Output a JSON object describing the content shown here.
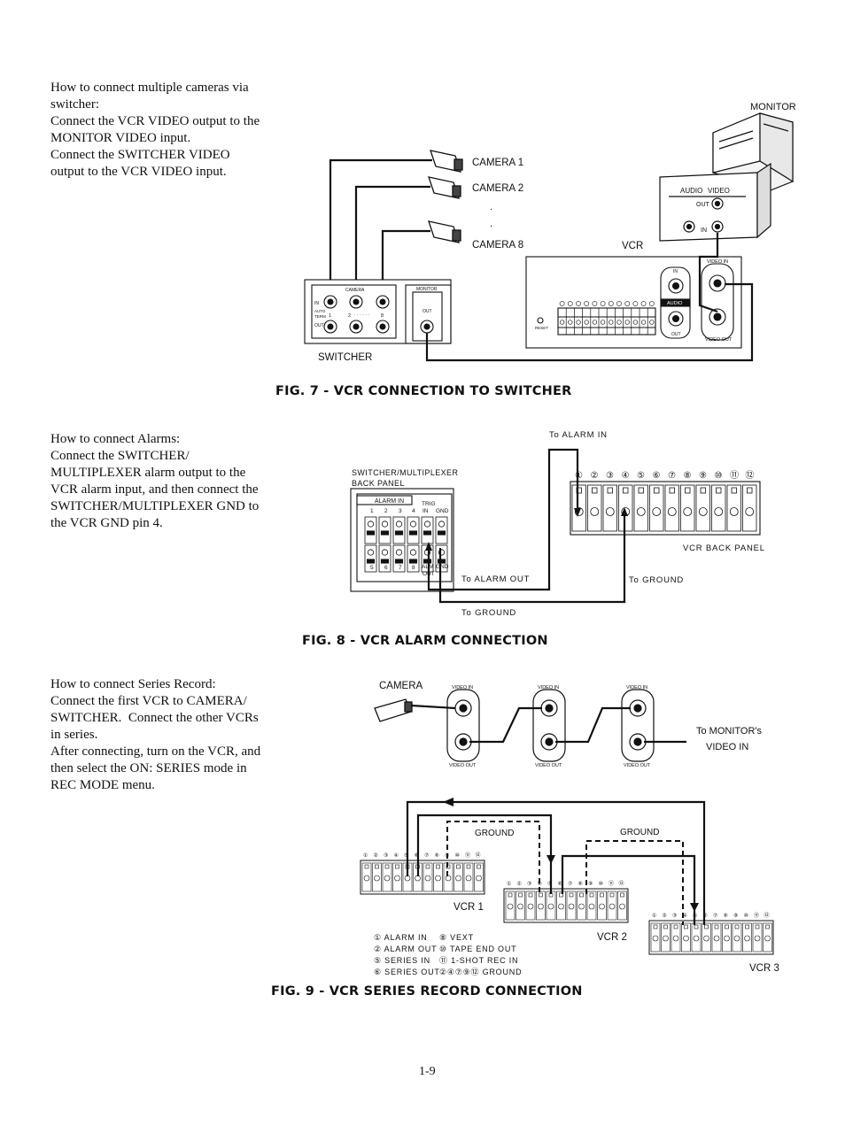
{
  "section1": {
    "text": [
      "How to connect multiple cameras via",
      "switcher:",
      "Connect the VCR VIDEO output to the",
      "MONITOR VIDEO input.",
      "",
      "Connect the SWITCHER VIDEO",
      "output to the VCR VIDEO input."
    ],
    "caption": "FIG. 7 - VCR CONNECTION TO SWITCHER",
    "labels": {
      "monitor": "MONITOR",
      "camera1": "CAMERA 1",
      "camera2": "CAMERA 2",
      "camera8": "CAMERA 8",
      "dot": ".",
      "vcr": "VCR",
      "switcher": "SWITCHER",
      "audio": "AUDIO",
      "video": "VIDEO",
      "out": "OUT",
      "in": "IN",
      "camera_panel": "CAMERA",
      "monitor_panel": "MONITOR",
      "video_in": "VIDEO IN",
      "video_out": "VIDEO OUT",
      "reset": "RESET",
      "sw_in": "IN",
      "sw_auto": "AUTO",
      "sw_term": "TERM",
      "sw_out": "OUT",
      "sw_1": "1",
      "sw_2": "2",
      "sw_8": "8",
      "sw_dots": "· · · · · ·"
    }
  },
  "section2": {
    "text": [
      "How to connect Alarms:",
      "Connect the SWITCHER/",
      "MULTIPLEXER alarm output to the",
      "VCR alarm input, and then connect the",
      "SWITCHER/MULTIPLEXER GND to",
      "the VCR GND pin 4."
    ],
    "caption": "FIG. 8 - VCR ALARM CONNECTION",
    "labels": {
      "to_alarm_in": "To ALARM IN",
      "panel_title_1": "SWITCHER/MULTIPLEXER",
      "panel_title_2": "BACK PANEL",
      "alarm_in": "ALARM IN",
      "trig": "TRIG",
      "trig_in": "IN",
      "gnd": "GND",
      "alm": "ALM",
      "out": "OUT",
      "vcr_back_panel": "VCR BACK PANEL",
      "to_alarm_out": "To ALARM OUT",
      "to_ground_1": "To GROUND",
      "to_ground_2": "To GROUND",
      "top_nums": [
        "1",
        "2",
        "3",
        "4"
      ],
      "bottom_nums": [
        "5",
        "6",
        "7",
        "8"
      ],
      "terminal_nums": [
        "①",
        "②",
        "③",
        "④",
        "⑤",
        "⑥",
        "⑦",
        "⑧",
        "⑨",
        "⑩",
        "⑪",
        "⑫"
      ]
    }
  },
  "section3": {
    "text": [
      "How to connect Series Record:",
      "Connect the first VCR to CAMERA/",
      "SWITCHER.  Connect the other VCRs",
      "in series.",
      "",
      "After connecting, turn on the VCR, and",
      "then select the ON: SERIES mode in",
      "REC MODE menu."
    ],
    "caption": "FIG. 9 - VCR SERIES RECORD CONNECTION",
    "labels": {
      "camera": "CAMERA",
      "video_in": "VIDEO IN",
      "video_out": "VIDEO OUT",
      "to_monitor_1": "To MONITOR's",
      "to_monitor_2": "VIDEO IN",
      "ground_1": "GROUND",
      "ground_2": "GROUND",
      "vcr1": "VCR 1",
      "vcr2": "VCR 2",
      "vcr3": "VCR 3"
    },
    "legend": [
      "① ALARM IN",
      "② ALARM OUT",
      "⑤ SERIES IN",
      "⑥ SERIES OUT",
      "⑧ VEXT",
      "⑩ TAPE END OUT",
      "⑪ 1-SHOT REC IN",
      "②④⑦⑨⑫ GROUND"
    ]
  },
  "page_number": "1-9"
}
